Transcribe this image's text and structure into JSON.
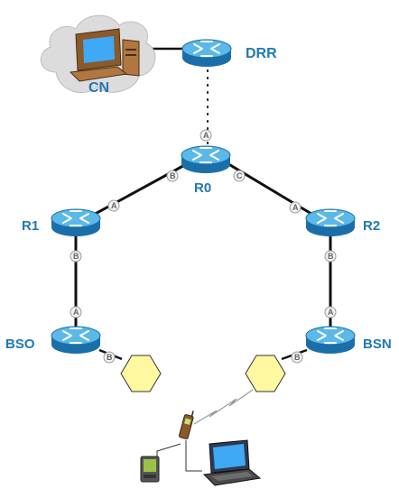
{
  "nodes": {
    "drr": {
      "label": "DRR"
    },
    "r0": {
      "label": "R0"
    },
    "r1": {
      "label": "R1"
    },
    "r2": {
      "label": "R2"
    },
    "bso": {
      "label": "BSO"
    },
    "bsn": {
      "label": "BSN"
    },
    "cn": {
      "label": "CN"
    }
  },
  "ports": {
    "r0_top": "A",
    "r0_left": "B",
    "r0_right": "C",
    "r1_top": "A",
    "r1_bottom": "B",
    "r2_top": "A",
    "r2_bottom": "B",
    "bso_top": "A",
    "bso_right": "B",
    "bsn_top": "A",
    "bsn_left": "B"
  },
  "colors": {
    "router_body": "#1a8ccc",
    "router_top": "#5bb8e8",
    "label": "#1f78b4",
    "cell": "#fff8a0",
    "cloud": "#dcdcdc",
    "link": "#111111"
  },
  "icons": {
    "router": "router-icon",
    "cell": "hexagon-cell",
    "cloud": "cloud-icon",
    "computer": "desktop-computer-icon",
    "phone": "mobile-phone-icon",
    "pda": "pda-icon",
    "laptop": "laptop-icon"
  }
}
